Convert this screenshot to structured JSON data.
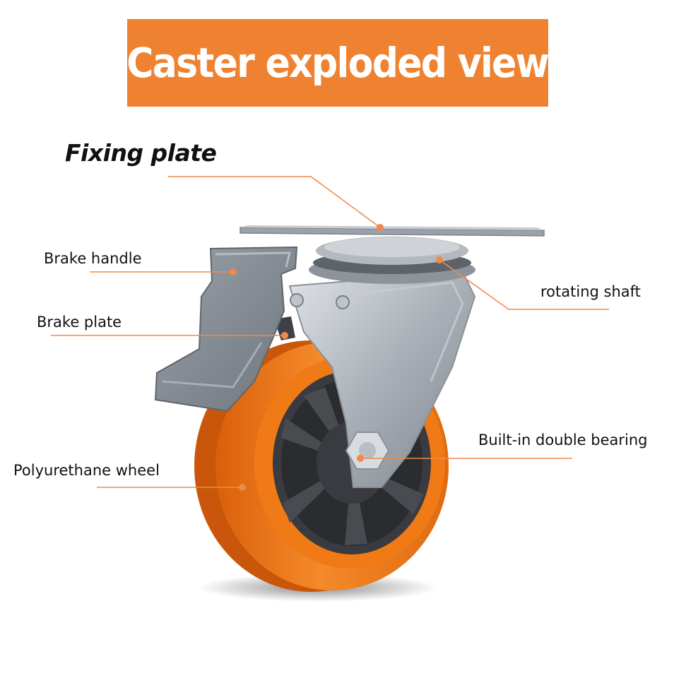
{
  "title": "Caster exploded view",
  "labels": {
    "fixing_plate": "Fixing plate",
    "brake_handle": "Brake handle",
    "brake_plate": "Brake plate",
    "polyurethane_wheel": "Polyurethane wheel",
    "rotating_shaft": "rotating shaft",
    "built_in_bearing": "Built-in double bearing"
  },
  "colors": {
    "banner": "#ee8230",
    "leader_line": "#f08a48",
    "wheel_orange": "#f07a16",
    "hub_dark": "#3a3b40",
    "metal": "#a9afb6"
  }
}
